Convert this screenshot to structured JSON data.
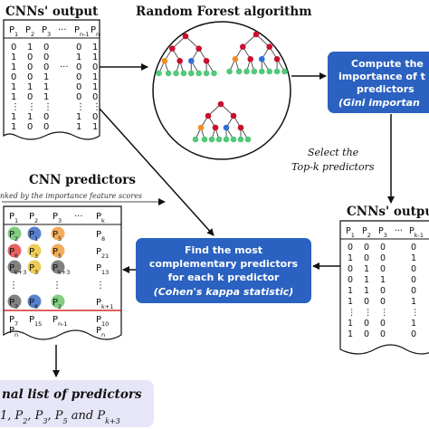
{
  "headers": {
    "cnn_output_top": "CNNs' output",
    "random_forest": "Random Forest algorithm",
    "cnn_predictors": "CNN predictors",
    "cnn_output_right": "CNNs' outpu"
  },
  "ranked_note": "nked by the importance feature scores",
  "compute_box": {
    "line1": "Compute the",
    "line2": "importance of t",
    "line3": "predictors",
    "line4": "(Gini importan"
  },
  "select_text": {
    "line1": "Select the",
    "line2": "Top-k predictors"
  },
  "find_box": {
    "line1": "Find the most",
    "line2": "complementary predictors",
    "line3": "for each k predictor",
    "line4": "(Cohen's kappa statistic)"
  },
  "final": {
    "title": "nal list of predictors",
    "list": "1, P2, P3, P5 and Pk+3"
  },
  "cnn_table_top": {
    "header": [
      "P1",
      "P2",
      "P3",
      "···",
      "Pn-1",
      "Pn"
    ],
    "rows": [
      [
        "0",
        "1",
        "0",
        "",
        "0",
        "1"
      ],
      [
        "1",
        "0",
        "0",
        "",
        "1",
        "1"
      ],
      [
        "1",
        "0",
        "0",
        "···",
        "0",
        "0"
      ],
      [
        "0",
        "0",
        "1",
        "",
        "0",
        "1"
      ],
      [
        "1",
        "1",
        "1",
        "",
        "0",
        "1"
      ],
      [
        "1",
        "0",
        "1",
        "",
        "0",
        "0"
      ],
      [
        "⋮",
        "⋮",
        "⋮",
        "",
        "⋮",
        "⋮"
      ],
      [
        "1",
        "1",
        "0",
        "",
        "1",
        "0"
      ],
      [
        "1",
        "0",
        "0",
        "",
        "1",
        "1"
      ]
    ]
  },
  "cnn_table_right": {
    "header": [
      "P1",
      "P2",
      "P3",
      "···",
      "Pk-1",
      "P"
    ],
    "rows": [
      [
        "0",
        "0",
        "0",
        "",
        "0",
        ""
      ],
      [
        "1",
        "0",
        "0",
        "",
        "1",
        ""
      ],
      [
        "0",
        "1",
        "0",
        "",
        "0",
        ""
      ],
      [
        "0",
        "1",
        "1",
        "",
        "0",
        ""
      ],
      [
        "1",
        "1",
        "0",
        "",
        "0",
        ""
      ],
      [
        "1",
        "0",
        "0",
        "",
        "1",
        ""
      ],
      [
        "⋮",
        "⋮",
        "⋮",
        "",
        "⋮",
        ""
      ],
      [
        "1",
        "0",
        "0",
        "",
        "1",
        ""
      ],
      [
        "1",
        "0",
        "0",
        "",
        "0",
        ""
      ]
    ]
  },
  "predictor_table": {
    "header": [
      "P1",
      "P2",
      "P3",
      "···",
      "Pk"
    ],
    "rows": [
      [
        "P2",
        "P1",
        "P5",
        "",
        "P8"
      ],
      [
        "P6",
        "P3",
        "P5",
        "",
        "P21"
      ],
      [
        "Pk+3",
        "P3",
        "Pk+3",
        "",
        "P13"
      ],
      [
        "⋮",
        "",
        "⋮",
        "",
        "⋮"
      ],
      [
        "P3",
        "P8",
        "P2",
        "",
        "Pk+1"
      ],
      [
        "P7",
        "P15",
        "Pn-1",
        "",
        "P10"
      ],
      [
        "Pn",
        "",
        "",
        "",
        "Pn"
      ]
    ],
    "circle_colors": {
      "blue": "#3b6bc4",
      "yellow": "#e8c43a",
      "green": "#6cc66c",
      "orange": "#f0a040",
      "red": "#e04848",
      "gray": "#6b6b6b"
    }
  },
  "colors": {
    "box_blue": "#2b61c0",
    "final_bg": "#e6e6f8",
    "tree_red": "#c8102e",
    "tree_orange": "#f28c28",
    "tree_blue": "#2e6fd6",
    "tree_green": "#52c878",
    "divider_red": "#cc0000"
  }
}
